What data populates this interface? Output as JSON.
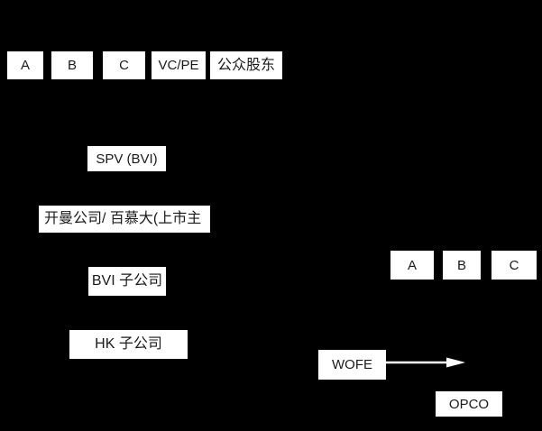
{
  "colors": {
    "background": "#000000",
    "box_fill": "#ffffff",
    "box_text": "#1a1a1a",
    "arrow": "#ffffff"
  },
  "diagram": {
    "top_shareholders": [
      {
        "label": "A"
      },
      {
        "label": "B"
      },
      {
        "label": "C"
      },
      {
        "label": "VC/PE"
      },
      {
        "label": "公众股东"
      }
    ],
    "offshore": {
      "spv": {
        "label": "SPV (BVI)"
      },
      "listco": {
        "label": "开曼公司/ 百慕大(上市主"
      },
      "bvi_sub": {
        "label": "BVI 子公司"
      },
      "hk_sub": {
        "label": "HK 子公司"
      }
    },
    "right_shareholders": [
      {
        "label": "A"
      },
      {
        "label": "B"
      },
      {
        "label": "C"
      }
    ],
    "onshore": {
      "wofe": {
        "label": "WOFE"
      },
      "opco": {
        "label": "OPCO"
      }
    }
  }
}
